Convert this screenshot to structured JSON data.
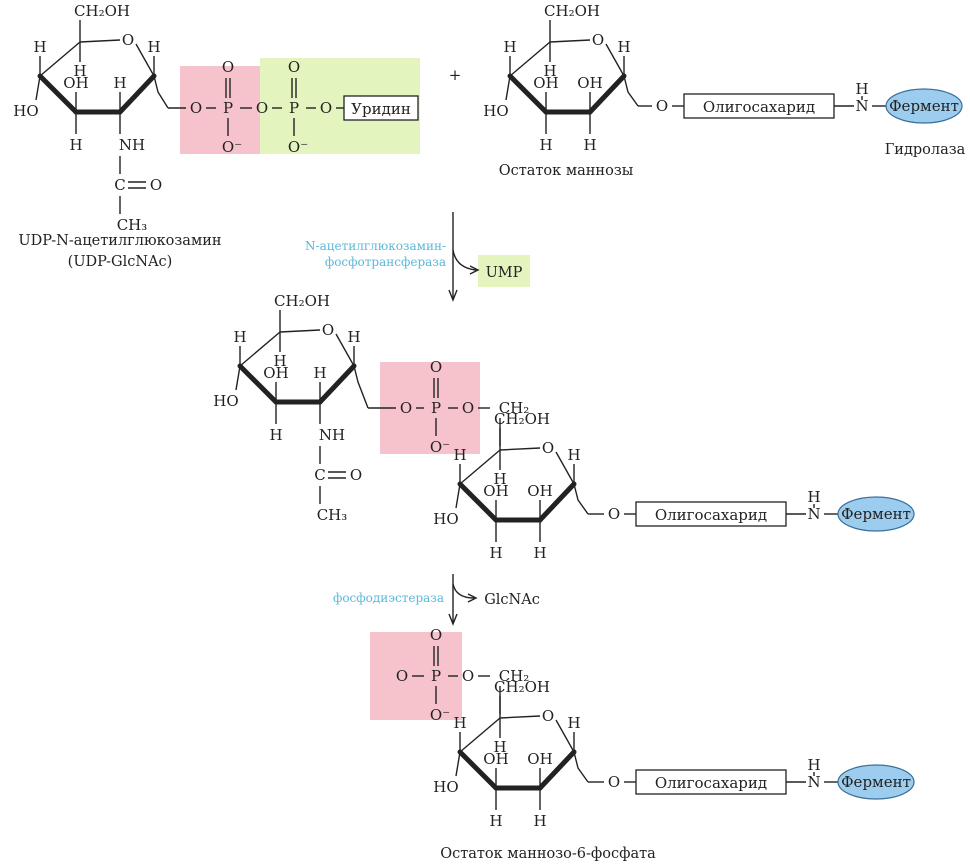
{
  "colors": {
    "phosphate_highlight": "#f6c3cc",
    "uridine_phosphate_highlight": "#e4f4bf",
    "enzyme_fill": "#9dcdee",
    "enzyme_label": "#5bb8d8"
  },
  "labels": {
    "ch2oh": "CH₂OH",
    "ring_o": "O",
    "h": "H",
    "ho": "HO",
    "oh": "OH",
    "nh": "NH",
    "n": "N",
    "c": "C",
    "ch3": "CH₃",
    "ch2": "CH₂",
    "o": "O",
    "p": "P",
    "o_minus": "O⁻",
    "uridine": "Уридин",
    "plus": "+",
    "oligosaccharide": "Олигосахарид",
    "enzyme": "Фермент",
    "hydrolase": "Гидролаза",
    "mannose_residue": "Остаток маннозы",
    "udp_glcnac_name": "UDP-N-ацетилглюкозамин",
    "udp_glcnac_abbr": "(UDP-GlcNAc)",
    "enzyme1_line1": "N-ацетилглюкозамин-",
    "enzyme1_line2": "фосфотрансфераза",
    "ump": "UMP",
    "enzyme2": "фосфодиэстераза",
    "glcnac": "GlcNAc",
    "m6p_residue": "Остаток маннозо-6-фосфата"
  }
}
